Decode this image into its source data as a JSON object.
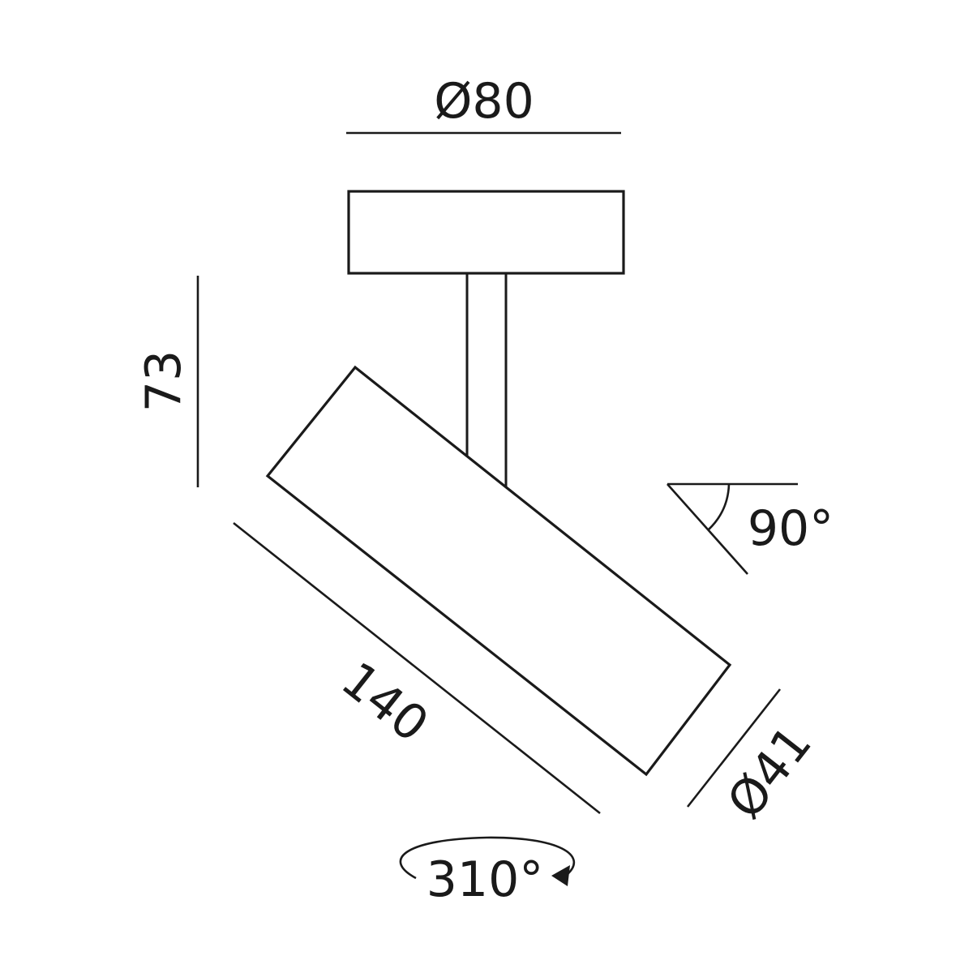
{
  "drawing": {
    "line_color": "#1a1a1a",
    "dimensions": {
      "mount_diameter": "Ø80",
      "height": "73",
      "length": "140",
      "head_diameter": "Ø41",
      "tilt_angle": "90°",
      "rotation_angle": "310°"
    },
    "icons": [
      "tilt-angle-icon",
      "rotation-arrow-icon"
    ]
  }
}
